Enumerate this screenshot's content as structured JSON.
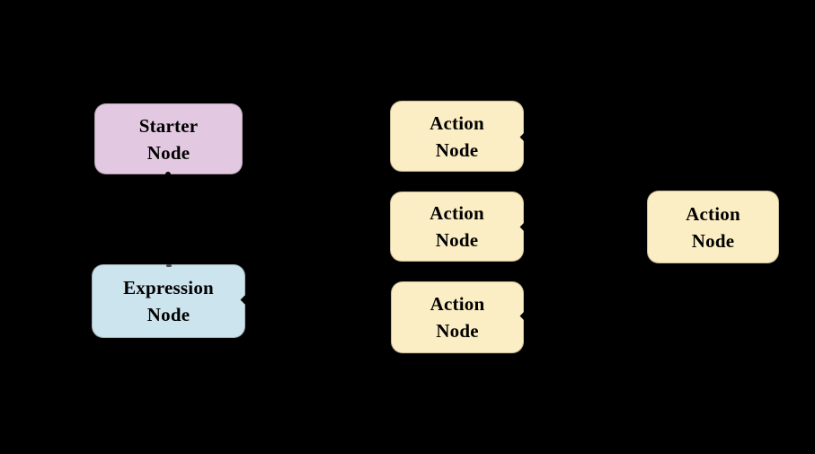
{
  "diagram": {
    "background_color": "#000000",
    "text_color": "#000000",
    "connector_color": "#000000",
    "nodes": [
      {
        "id": "starter-node",
        "label": "Starter\nNode",
        "fill": "#E2C8E1"
      },
      {
        "id": "action-node-top",
        "label": "Action\nNode",
        "fill": "#FCEEC4"
      },
      {
        "id": "action-node-middle",
        "label": "Action\nNode",
        "fill": "#FCEEC4"
      },
      {
        "id": "action-node-right",
        "label": "Action\nNode",
        "fill": "#FCEEC4"
      },
      {
        "id": "expression-node",
        "label": "Expression\nNode",
        "fill": "#CBE4EE"
      },
      {
        "id": "action-node-bottom",
        "label": "Action\nNode",
        "fill": "#FCEEC4"
      }
    ]
  }
}
